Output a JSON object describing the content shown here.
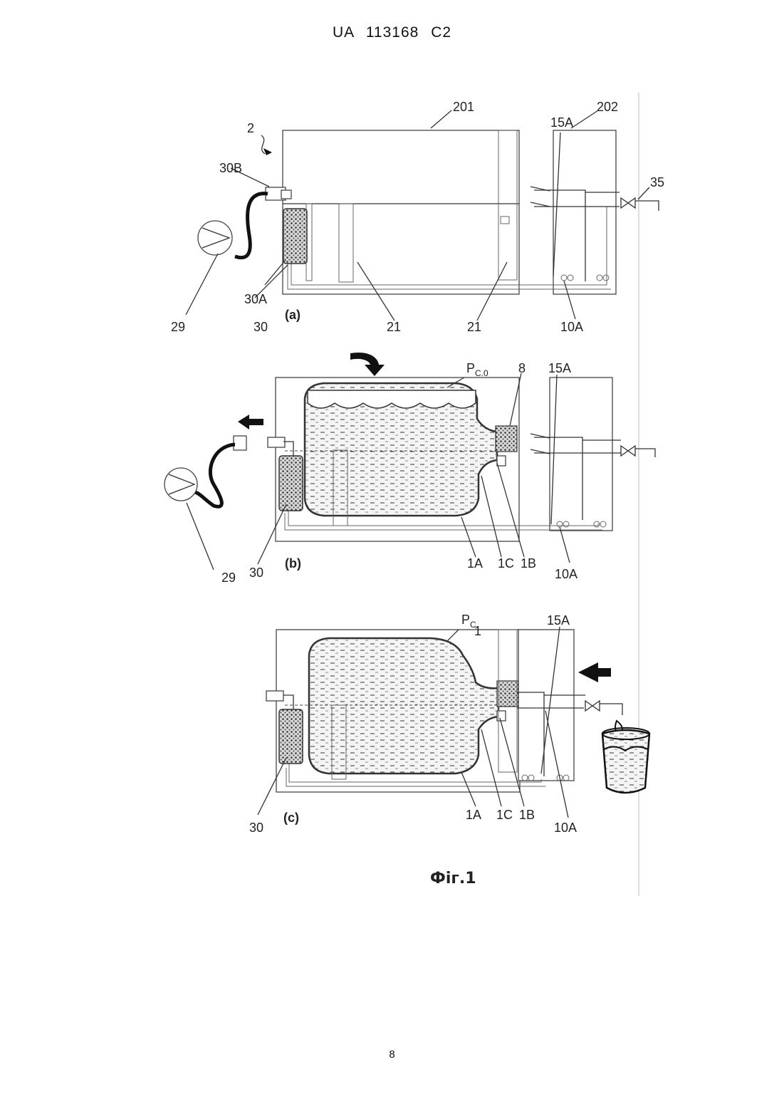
{
  "header": {
    "office": "UA",
    "number": "113168",
    "kind": "C2"
  },
  "footer": {
    "page": "8"
  },
  "figure": {
    "caption": "Фіг.1",
    "panels": {
      "a": {
        "tag": "(a)",
        "labels": {
          "l201": "201",
          "l202": "202",
          "l15a": "15A",
          "l2": "2",
          "l30b": "30B",
          "l35": "35",
          "l30a": "30A",
          "l29": "29",
          "l30": "30",
          "l21a": "21",
          "l21b": "21",
          "l10a": "10A"
        }
      },
      "b": {
        "tag": "(b)",
        "labels": {
          "pc": "P",
          "pcsub": "C.0",
          "l8": "8",
          "l15a": "15A",
          "l29": "29",
          "l30": "30",
          "l1a": "1A",
          "l1c": "1C",
          "l1b": "1B",
          "l10a": "10A"
        }
      },
      "c": {
        "tag": "(c)",
        "labels": {
          "pc": "P",
          "pcsub": "C.",
          "pcsub2": "1",
          "l15a": "15A",
          "l30": "30",
          "l1a": "1A",
          "l1c": "1C",
          "l1b": "1B",
          "l10a": "10A"
        }
      }
    }
  }
}
